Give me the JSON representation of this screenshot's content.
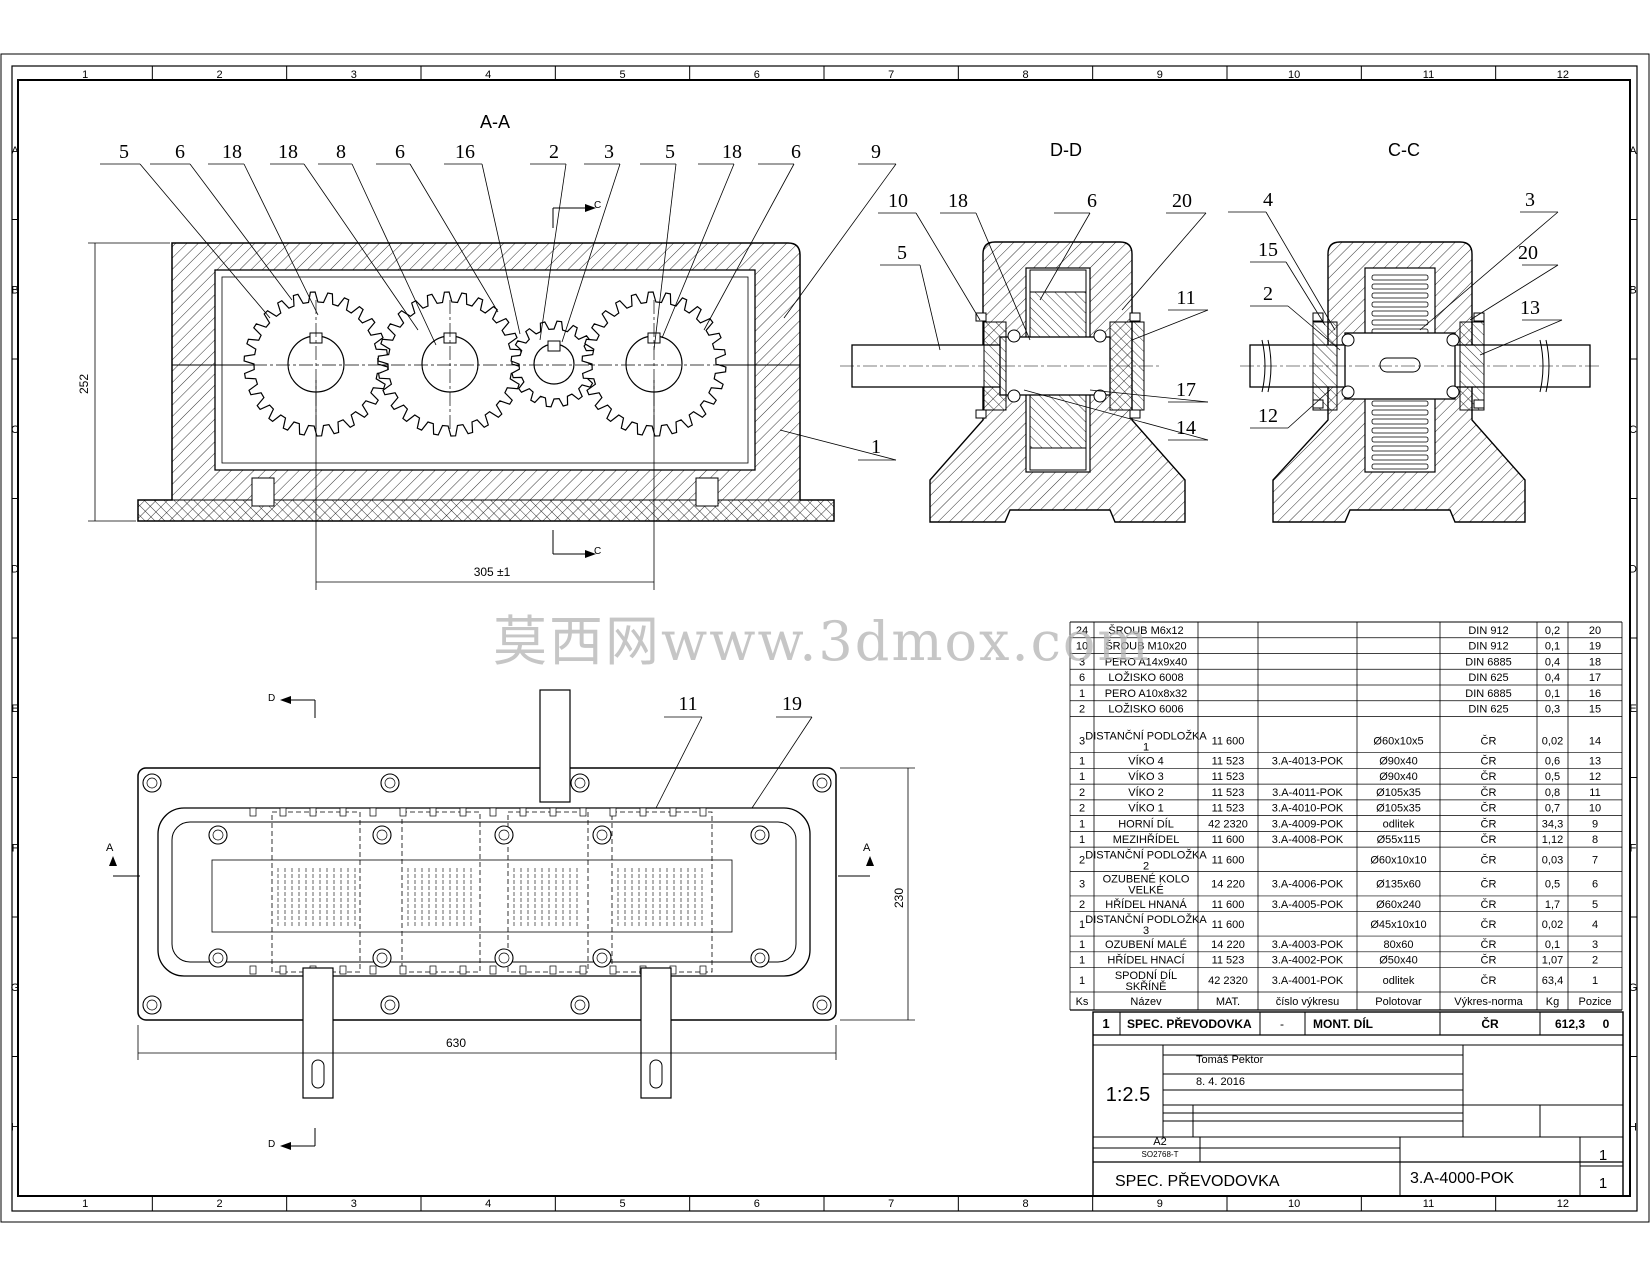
{
  "view_labels": {
    "aa": "A-A",
    "dd": "D-D",
    "cc": "C-C"
  },
  "section_marks": {
    "c": "C",
    "d": "D",
    "a": "A"
  },
  "zones": {
    "columns": [
      "1",
      "2",
      "3",
      "4",
      "5",
      "6",
      "7",
      "8",
      "9",
      "10",
      "11",
      "12"
    ],
    "rows": [
      "A",
      "B",
      "C",
      "D",
      "E",
      "F",
      "G",
      "H"
    ]
  },
  "dimensions": {
    "height_252": "252",
    "center_305": "305 ±1",
    "length_630": "630",
    "width_230": "230"
  },
  "callouts": {
    "aa": [
      "5",
      "6",
      "18",
      "18",
      "8",
      "6",
      "16",
      "2",
      "3",
      "5",
      "18",
      "6",
      "9",
      "1"
    ],
    "dd": [
      "10",
      "18",
      "6",
      "20",
      "5",
      "11",
      "17",
      "14"
    ],
    "cc": [
      "4",
      "3",
      "15",
      "20",
      "2",
      "13",
      "12"
    ],
    "top": [
      "11",
      "19"
    ]
  },
  "bom": {
    "rows": [
      {
        "ks": "24",
        "name": "ŠROUB M6x12",
        "mat": "",
        "drawing": "",
        "stock": "",
        "norm": "DIN 912",
        "kg": "0,2",
        "pos": "20"
      },
      {
        "ks": "10",
        "name": "ŠROUB M10x20",
        "mat": "",
        "drawing": "",
        "stock": "",
        "norm": "DIN 912",
        "kg": "0,1",
        "pos": "19"
      },
      {
        "ks": "3",
        "name": "PERO A14x9x40",
        "mat": "",
        "drawing": "",
        "stock": "",
        "norm": "DIN 6885",
        "kg": "0,4",
        "pos": "18"
      },
      {
        "ks": "6",
        "name": "LOŽISKO 6008",
        "mat": "",
        "drawing": "",
        "stock": "",
        "norm": "DIN 625",
        "kg": "0,4",
        "pos": "17"
      },
      {
        "ks": "1",
        "name": "PERO A10x8x32",
        "mat": "",
        "drawing": "",
        "stock": "",
        "norm": "DIN 6885",
        "kg": "0,1",
        "pos": "16"
      },
      {
        "ks": "2",
        "name": "LOŽISKO 6006",
        "mat": "",
        "drawing": "",
        "stock": "",
        "norm": "DIN 625",
        "kg": "0,3",
        "pos": "15"
      },
      {
        "ks": "3",
        "name": "DISTANČNÍ PODLOŽKA 1",
        "mat": "11 600",
        "drawing": "",
        "stock": "Ø60x10x5",
        "norm": "ČR",
        "kg": "0,02",
        "pos": "14"
      },
      {
        "ks": "1",
        "name": "VÍKO 4",
        "mat": "11 523",
        "drawing": "3.A-4013-POK",
        "stock": "Ø90x40",
        "norm": "ČR",
        "kg": "0,6",
        "pos": "13"
      },
      {
        "ks": "1",
        "name": "VÍKO 3",
        "mat": "11 523",
        "drawing": "",
        "stock": "Ø90x40",
        "norm": "ČR",
        "kg": "0,5",
        "pos": "12"
      },
      {
        "ks": "2",
        "name": "VÍKO 2",
        "mat": "11 523",
        "drawing": "3.A-4011-POK",
        "stock": "Ø105x35",
        "norm": "ČR",
        "kg": "0,8",
        "pos": "11"
      },
      {
        "ks": "2",
        "name": "VÍKO 1",
        "mat": "11 523",
        "drawing": "3.A-4010-POK",
        "stock": "Ø105x35",
        "norm": "ČR",
        "kg": "0,7",
        "pos": "10"
      },
      {
        "ks": "1",
        "name": "HORNÍ DÍL",
        "mat": "42 2320",
        "drawing": "3.A-4009-POK",
        "stock": "odlitek",
        "norm": "ČR",
        "kg": "34,3",
        "pos": "9"
      },
      {
        "ks": "1",
        "name": "MEZIHŘÍDEL",
        "mat": "11 600",
        "drawing": "3.A-4008-POK",
        "stock": "Ø55x115",
        "norm": "ČR",
        "kg": "1,12",
        "pos": "8"
      },
      {
        "ks": "2",
        "name": "DISTANČNÍ PODLOŽKA 2",
        "mat": "11 600",
        "drawing": "",
        "stock": "Ø60x10x10",
        "norm": "ČR",
        "kg": "0,03",
        "pos": "7"
      },
      {
        "ks": "3",
        "name": "OZUBENÉ KOLO VELKÉ",
        "mat": "14 220",
        "drawing": "3.A-4006-POK",
        "stock": "Ø135x60",
        "norm": "ČR",
        "kg": "0,5",
        "pos": "6"
      },
      {
        "ks": "2",
        "name": "HŘÍDEL HNANÁ",
        "mat": "11 600",
        "drawing": "3.A-4005-POK",
        "stock": "Ø60x240",
        "norm": "ČR",
        "kg": "1,7",
        "pos": "5"
      },
      {
        "ks": "1",
        "name": "DISTANČNÍ PODLOŽKA 3",
        "mat": "11 600",
        "drawing": "",
        "stock": "Ø45x10x10",
        "norm": "ČR",
        "kg": "0,02",
        "pos": "4"
      },
      {
        "ks": "1",
        "name": "OZUBENÍ MALÉ",
        "mat": "14 220",
        "drawing": "3.A-4003-POK",
        "stock": "80x60",
        "norm": "ČR",
        "kg": "0,1",
        "pos": "3"
      },
      {
        "ks": "1",
        "name": "HŘÍDEL HNACÍ",
        "mat": "11 523",
        "drawing": "3.A-4002-POK",
        "stock": "Ø50x40",
        "norm": "ČR",
        "kg": "1,07",
        "pos": "2"
      },
      {
        "ks": "1",
        "name": "SPODNÍ DÍL SKŘÍNĚ",
        "mat": "42 2320",
        "drawing": "3.A-4001-POK",
        "stock": "odlitek",
        "norm": "ČR",
        "kg": "63,4",
        "pos": "1"
      }
    ],
    "headers": [
      "Ks",
      "Název",
      "MAT.",
      "číslo výkresu",
      "Polotovar",
      "Výkres-norma",
      "Kg",
      "Pozice"
    ]
  },
  "title_block": {
    "assembly_row": {
      "qty": "1",
      "name": "SPEC. PŘEVODOVKA",
      "dash": "-",
      "type": "MONT. DÍL",
      "norm": "ČR",
      "weight": "612,3",
      "pos": "0"
    },
    "author": "Tomáš Pektor",
    "date": "8. 4. 2016",
    "scale": "1:2.5",
    "format": "A2",
    "doc_code": "SO2768-T",
    "title": "SPEC. PŘEVODOVKA",
    "drawing_number": "3.A-4000-POK",
    "sheet": "1",
    "sheets": "1"
  },
  "watermark": "莫西网www.3dmox.com"
}
